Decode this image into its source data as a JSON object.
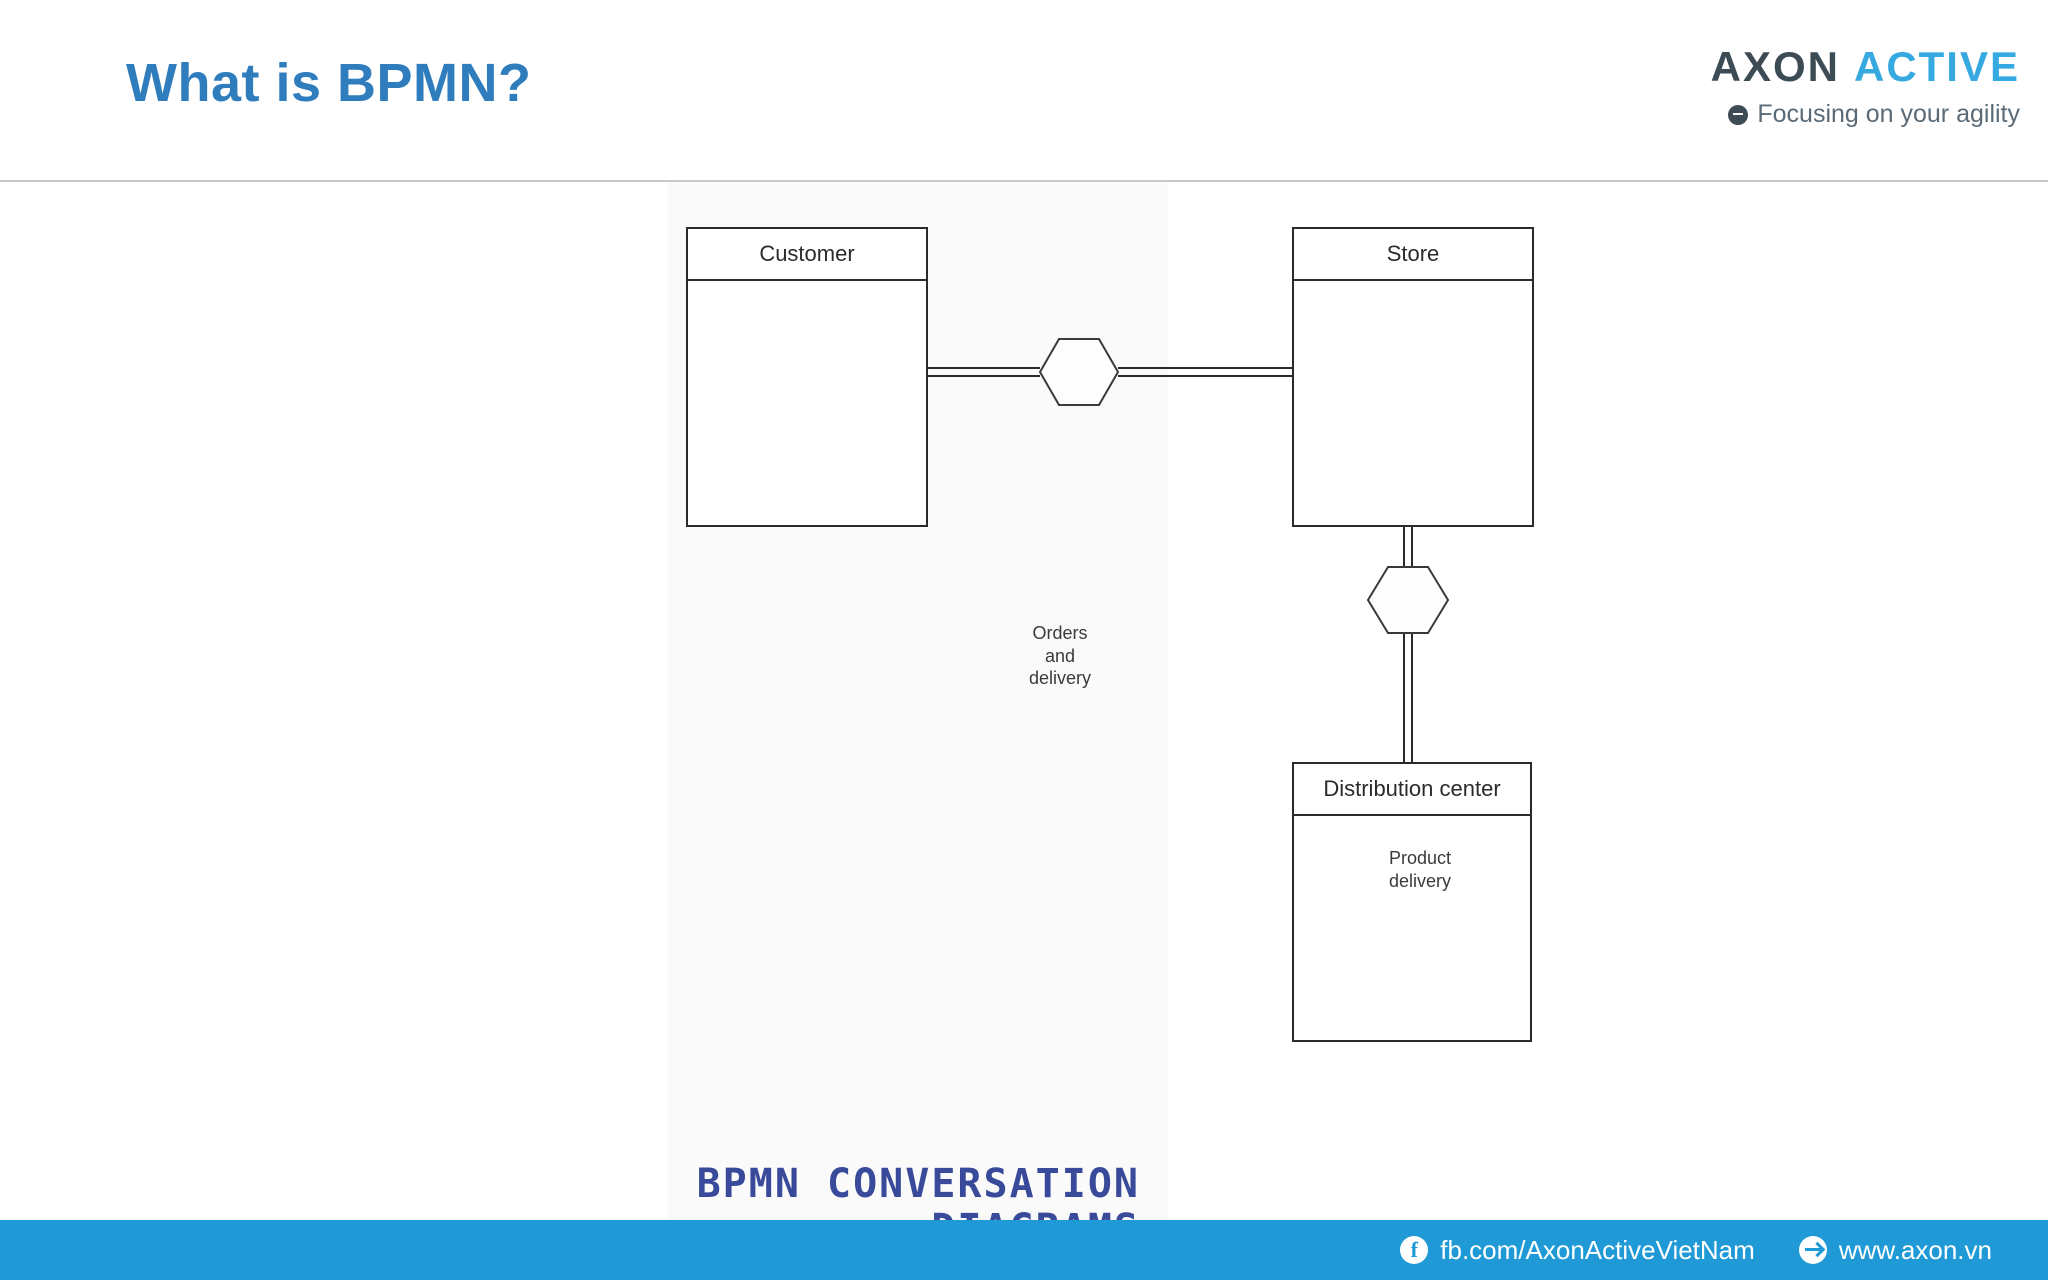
{
  "header": {
    "title": "What is BPMN?",
    "logo": {
      "axon": "AXON",
      "active": "ACTIVE",
      "tagline": "Focusing on your agility"
    }
  },
  "diagram": {
    "type": "bpmn-conversation-diagram",
    "wordmark": "BPMN CONVERSATION\nDIAGRAMS",
    "participants": [
      {
        "id": "customer",
        "label": "Customer"
      },
      {
        "id": "store",
        "label": "Store"
      },
      {
        "id": "distribution_center",
        "label": "Distribution center"
      }
    ],
    "conversations": [
      {
        "id": "orders_and_delivery",
        "label": "Orders\nand\ndelivery",
        "between": [
          "customer",
          "store"
        ]
      },
      {
        "id": "product_delivery",
        "label": "Product\ndelivery",
        "between": [
          "store",
          "distribution_center"
        ]
      }
    ],
    "colors": {
      "stroke": "#2b2b2b",
      "fill": "#ffffff",
      "wordmark": "#3a4a9a"
    }
  },
  "footer": {
    "facebook_icon": "facebook-icon",
    "facebook": "fb.com/AxonActiveVietNam",
    "web_icon": "web-icon",
    "website": "www.axon.vn",
    "background": "#1f9ad6"
  }
}
